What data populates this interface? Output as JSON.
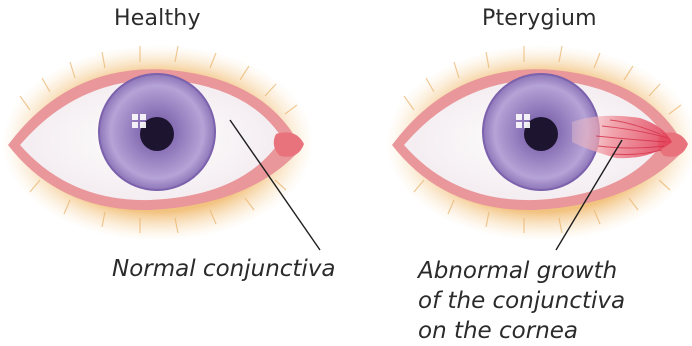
{
  "labels": {
    "healthy_title": "Healthy",
    "pterygium_title": "Pterygium",
    "normal_caption": "Normal conjunctiva",
    "abnormal_caption_lines": [
      "Abnormal growth",
      "of the conjunctiva",
      "on the cornea"
    ]
  },
  "colors": {
    "skin": "#f4c98a",
    "lid_rim": "#e88c8c",
    "iris": "#9b83c2",
    "pupil": "#1d1530",
    "pterygium": "#e85566",
    "text": "#2b2b2b"
  }
}
